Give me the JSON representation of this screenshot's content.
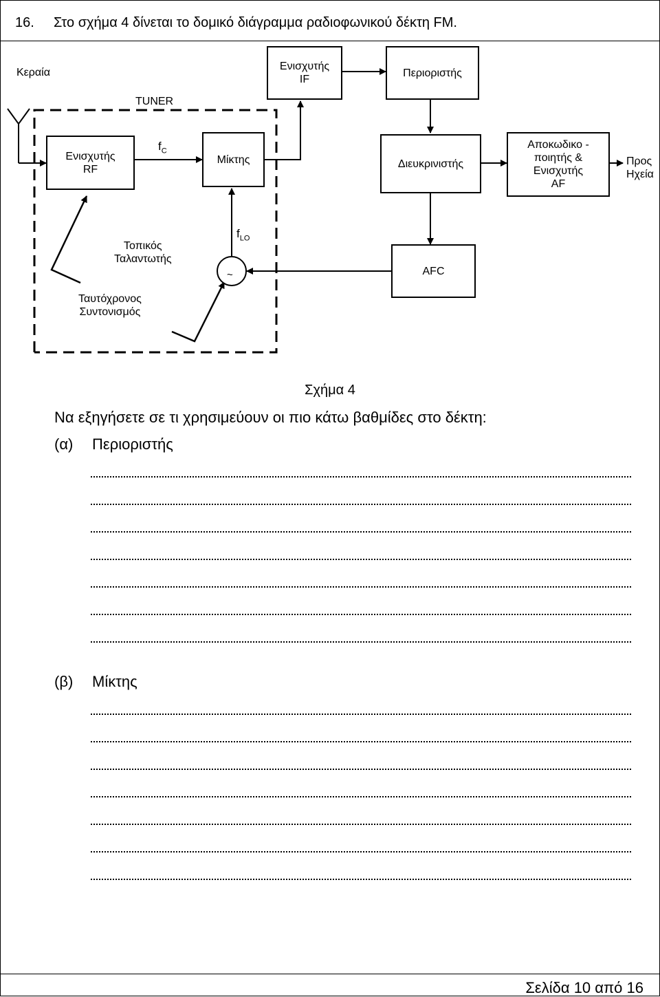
{
  "question": {
    "number": "16.",
    "text": "Στο σχήμα 4 δίνεται το δομικό διάγραμμα ραδιοφωνικού δέκτη FM."
  },
  "diagram": {
    "antenna_label": "Κεραία",
    "tuner_label": "TUNER",
    "fc_main": "f",
    "fc_sub": "C",
    "flo_main": "f",
    "flo_sub": "LO",
    "blocks": {
      "rf_amp": [
        "Ενισχυτής",
        "RF"
      ],
      "mixer": "Μίκτης",
      "if_amp": [
        "Ενισχυτής",
        "IF"
      ],
      "limiter": "Περιοριστής",
      "discriminator": "Διευκρινιστής",
      "decoder_af": [
        "Αποκωδικο -",
        "ποιητής &",
        "Ενισχυτής",
        "AF"
      ],
      "oscillator_symbol": "~",
      "afc": "AFC"
    },
    "to_speakers": [
      "Προς",
      "Ηχεία"
    ],
    "local_oscillator_label": [
      "Τοπικός",
      "Ταλαντωτής"
    ],
    "ganged_tuning_label": [
      "Ταυτόχρονος",
      "Συντονισμός"
    ]
  },
  "caption": "Σχήμα 4",
  "prompt": "Να εξηγήσετε σε τι χρησιμεύουν οι πιο κάτω βαθμίδες στο δέκτη:",
  "items": [
    {
      "tag": "(α)",
      "label": "Περιοριστής"
    },
    {
      "tag": "(β)",
      "label": "Μίκτης"
    }
  ],
  "footer": "Σελίδα 10 από 16"
}
